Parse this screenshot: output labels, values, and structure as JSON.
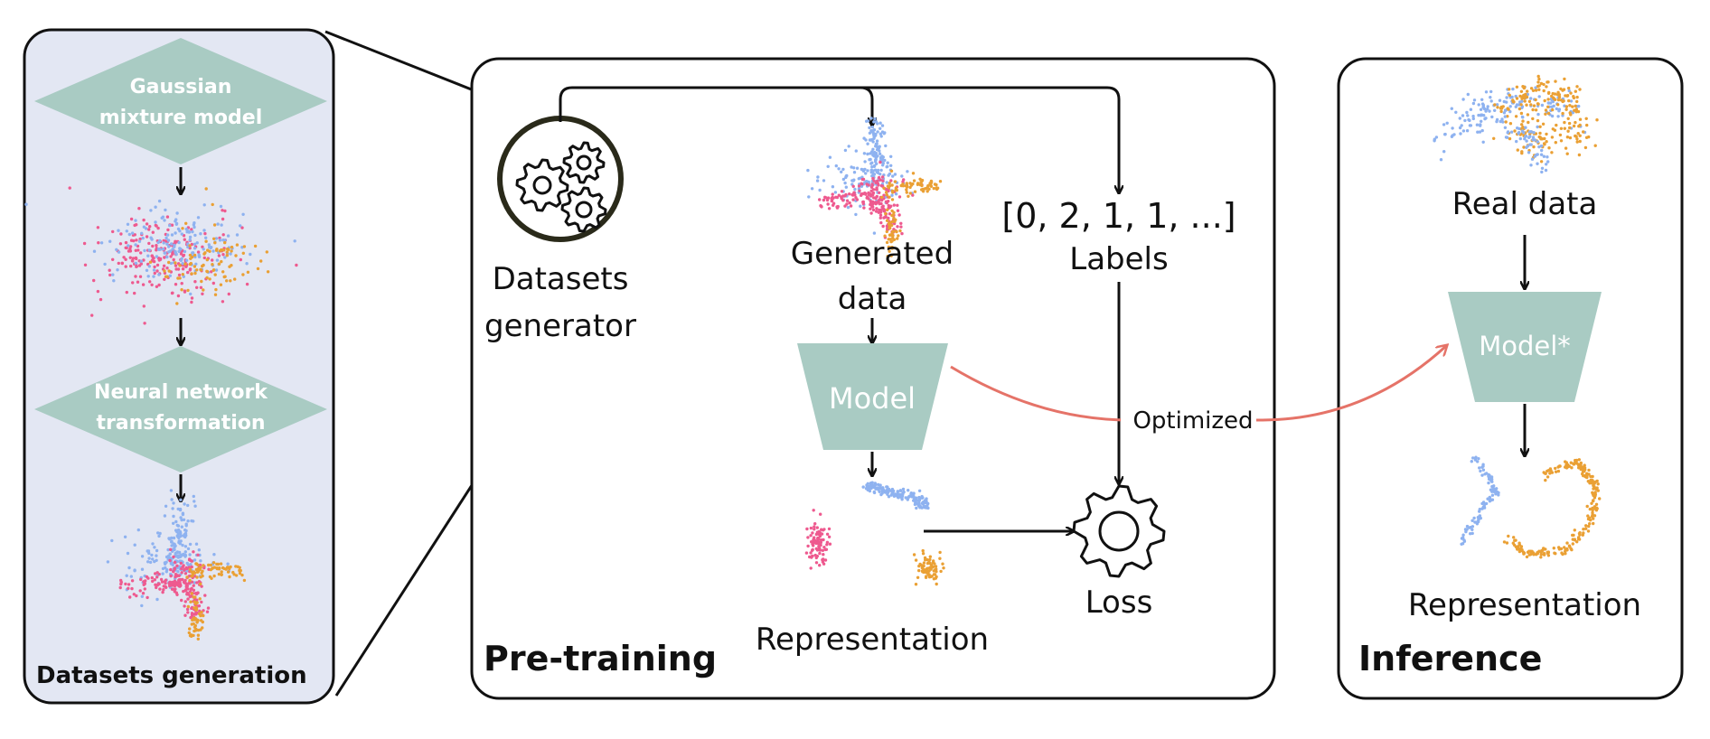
{
  "colors": {
    "panel_fill": "#e3e7f3",
    "shape_fill": "#a9cbc3",
    "blue": "#8eb2f0",
    "pink": "#ee5a8f",
    "orange": "#eaa034",
    "optimized_arrow": "#e57368"
  },
  "left_panel": {
    "title": "Datasets generation",
    "step1": [
      "Gaussian",
      "mixture model"
    ],
    "step2": [
      "Neural network",
      "transformation"
    ]
  },
  "pretraining": {
    "title": "Pre-training",
    "generator": [
      "Datasets",
      "generator"
    ],
    "generator_icon": "gears-icon",
    "generated": [
      "Generated",
      "data"
    ],
    "labels_values": "[0, 2, 1, 1, ...]",
    "labels_caption": "Labels",
    "model": "Model",
    "representation": "Representation",
    "loss": "Loss",
    "loss_icon": "gear-icon"
  },
  "connector": {
    "label": "Optimized"
  },
  "inference": {
    "title": "Inference",
    "real_data": "Real data",
    "model": "Model*",
    "representation": "Representation"
  }
}
